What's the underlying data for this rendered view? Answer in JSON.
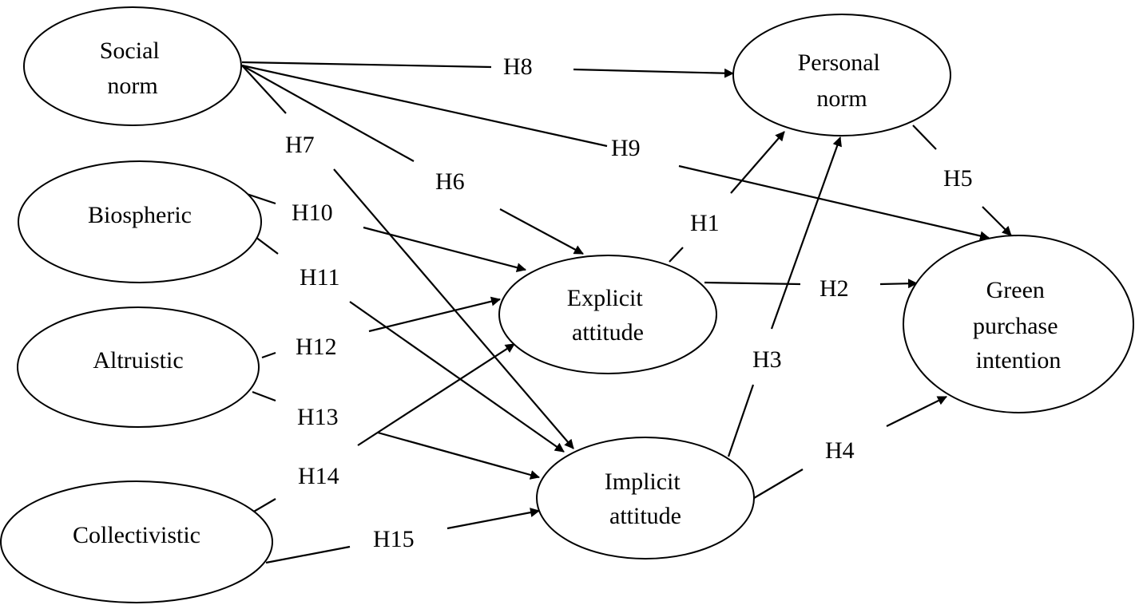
{
  "nodes": {
    "social_norm": [
      "Social",
      "norm"
    ],
    "biospheric": [
      "Biospheric"
    ],
    "altruistic": [
      "Altruistic"
    ],
    "collectivistic": [
      "Collectivistic"
    ],
    "personal_norm": [
      "Personal",
      "norm"
    ],
    "explicit_attitude": [
      "Explicit",
      "attitude"
    ],
    "implicit_attitude": [
      "Implicit",
      "attitude"
    ],
    "green_purchase_intention": [
      "Green",
      "purchase",
      "intention"
    ]
  },
  "hypotheses": {
    "h1": "H1",
    "h2": "H2",
    "h3": "H3",
    "h4": "H4",
    "h5": "H5",
    "h6": "H6",
    "h7": "H7",
    "h8": "H8",
    "h9": "H9",
    "h10": "H10",
    "h11": "H11",
    "h12": "H12",
    "h13": "H13",
    "h14": "H14",
    "h15": "H15"
  }
}
